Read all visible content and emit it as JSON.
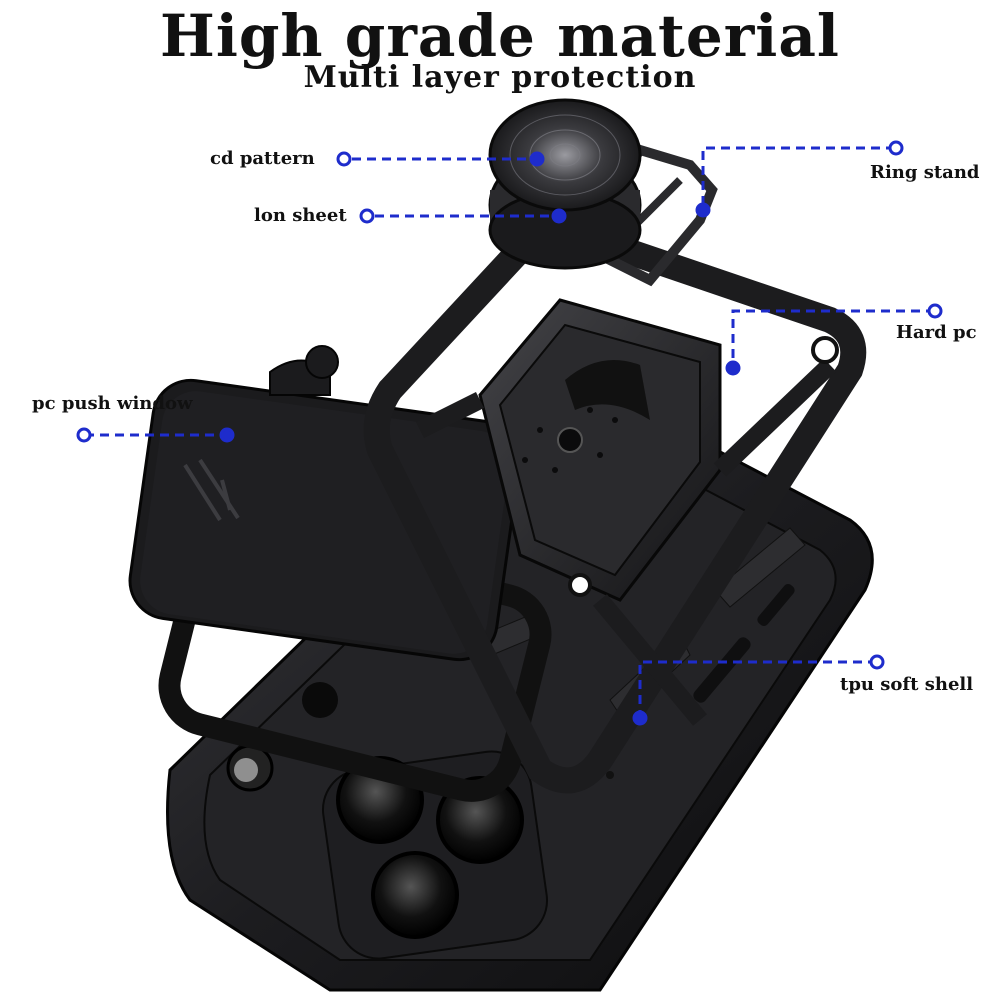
{
  "header": {
    "title": "High grade material",
    "subtitle": "Multi layer protection"
  },
  "callouts": [
    {
      "id": "cd-pattern",
      "label": "cd pattern"
    },
    {
      "id": "lon-sheet",
      "label": "lon sheet"
    },
    {
      "id": "ring-stand",
      "label": "Ring stand"
    },
    {
      "id": "hard-pc",
      "label": "Hard pc"
    },
    {
      "id": "pc-push-window",
      "label": "pc push window"
    },
    {
      "id": "tpu-soft-shell",
      "label": "tpu soft shell"
    }
  ],
  "colors": {
    "callout_line": "#1e2ccc",
    "case_black": "#1b1b1d",
    "background": "#ffffff"
  }
}
